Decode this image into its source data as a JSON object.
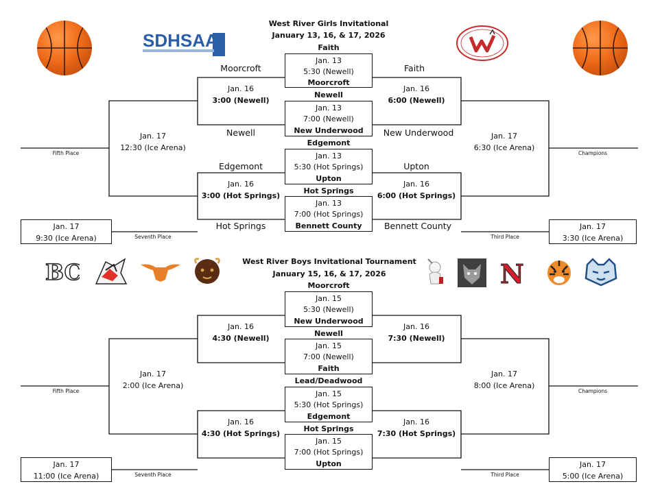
{
  "girls": {
    "title": "West River Girls Invitational",
    "dates": "January 13, 16, & 17, 2026",
    "teams": {
      "t1": "Faith",
      "t2": "Moorcroft",
      "t3": "Newell",
      "t4": "New Underwood",
      "t5": "Edgemont",
      "t6": "Upton",
      "t7": "Hot Springs",
      "t8": "Bennett County"
    },
    "first_round": [
      {
        "date": "Jan. 13",
        "time": "5:30 (Newell)"
      },
      {
        "date": "Jan. 13",
        "time": "7:00 (Newell)"
      },
      {
        "date": "Jan. 13",
        "time": "5:30 (Hot Springs)"
      },
      {
        "date": "Jan. 13",
        "time": "7:00 (Hot Springs)"
      }
    ],
    "semis": {
      "left_top": {
        "label": "Moorcroft",
        "date": "Jan. 16",
        "time": "3:00 (Newell)"
      },
      "left_bot_label": "Newell",
      "right_top": {
        "label": "Faith",
        "date": "Jan. 16",
        "time": "6:00 (Newell)"
      },
      "right_bot_label": "New Underwood",
      "left2_top": {
        "label": "Edgemont",
        "date": "Jan. 16",
        "time": "3:00 (Hot Springs)"
      },
      "left2_bot_label": "Hot Springs",
      "right2_top": {
        "label": "Upton",
        "date": "Jan. 16",
        "time": "6:00 (Hot Springs)"
      },
      "right2_bot_label": "Bennett County"
    },
    "fifth": {
      "date": "Jan. 17",
      "time": "12:30 (Ice Arena)",
      "label": "Fifth Place"
    },
    "champions": {
      "date": "Jan. 17",
      "time": "6:30 (Ice Arena)",
      "label": "Champions"
    },
    "seventh": {
      "date": "Jan. 17",
      "time": "9:30 (Ice Arena)",
      "label": "Seventh Place"
    },
    "third": {
      "date": "Jan. 17",
      "time": "3:30 (Ice Arena)",
      "label": "Third Place"
    }
  },
  "boys": {
    "title": "West River Boys Invitational Tournament",
    "dates": "January 15, 16, & 17, 2026",
    "teams": {
      "t1": "Moorcroft",
      "t2": "New Underwood",
      "t3": "Newell",
      "t4": "Faith",
      "t5": "Lead/Deadwood",
      "t6": "Edgemont",
      "t7": "Hot Springs",
      "t8": "Upton"
    },
    "first_round": [
      {
        "date": "Jan. 15",
        "time": "5:30 (Newell)"
      },
      {
        "date": "Jan. 15",
        "time": "7:00 (Newell)"
      },
      {
        "date": "Jan. 15",
        "time": "5:30 (Hot Springs)"
      },
      {
        "date": "Jan. 15",
        "time": "7:00 (Hot Springs)"
      }
    ],
    "semis": {
      "left_top": {
        "date": "Jan. 16",
        "time": "4:30 (Newell)"
      },
      "right_top": {
        "date": "Jan. 16",
        "time": "7:30 (Newell)"
      },
      "left2_top": {
        "date": "Jan. 16",
        "time": "4:30 (Hot Springs)"
      },
      "right2_top": {
        "date": "Jan. 16",
        "time": "7:30 (Hot Springs)"
      }
    },
    "fifth": {
      "date": "Jan. 17",
      "time": "2:00 (Ice Arena)",
      "label": "Fifth Place"
    },
    "champions": {
      "date": "Jan. 17",
      "time": "8:00 (Ice Arena)",
      "label": "Champions"
    },
    "seventh": {
      "date": "Jan. 17",
      "time": "11:00 (Ice Arena)",
      "label": "Seventh Place"
    },
    "third": {
      "date": "Jan. 17",
      "time": "5:00 (Ice Arena)",
      "label": "Third Place"
    }
  },
  "logos": {
    "sdhsaa": "SDHSAA",
    "bc": "BC",
    "n": "N"
  },
  "colors": {
    "sdhsaa_blue": "#2a5fa8",
    "basketball": "#ef6c1a",
    "longhorn": "#e8802a",
    "nebraska_red": "#d0202a"
  }
}
